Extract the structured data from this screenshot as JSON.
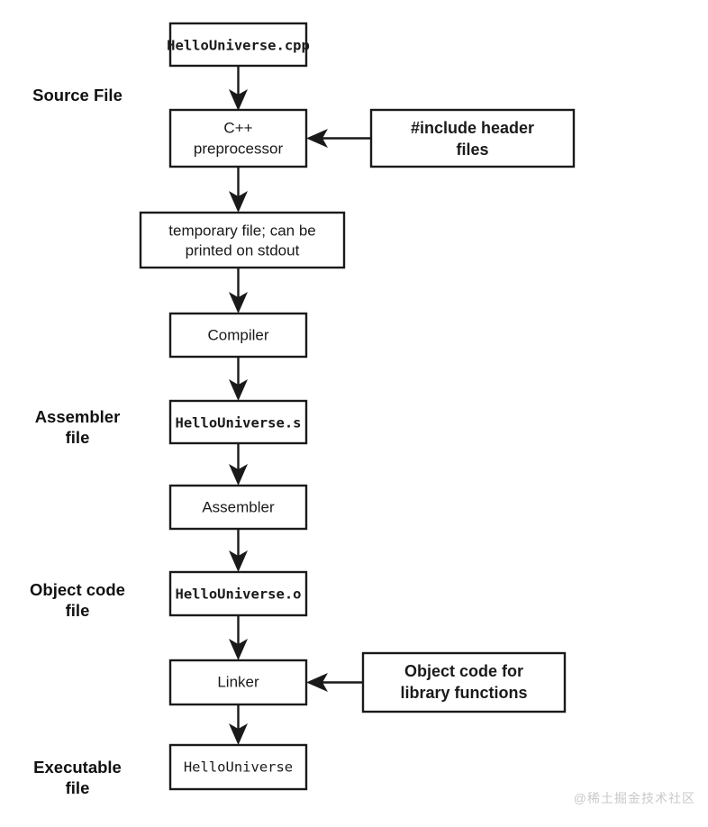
{
  "diagram": {
    "title": "C++ compilation pipeline",
    "colors": {
      "stroke": "#1a1a1a",
      "background": "#ffffff",
      "text": "#111111",
      "watermark": "#c9c9c9"
    },
    "stage_labels": [
      {
        "id": "source-file",
        "line1": "Source File",
        "line2": ""
      },
      {
        "id": "assembler-file",
        "line1": "Assembler",
        "line2": "file"
      },
      {
        "id": "object-code-file",
        "line1": "Object code",
        "line2": "file"
      },
      {
        "id": "executable-file",
        "line1": "Executable",
        "line2": "file"
      }
    ],
    "nodes": [
      {
        "id": "source-cpp",
        "line1": "HelloUniverse.cpp",
        "line2": "",
        "style": "mono"
      },
      {
        "id": "preprocessor",
        "line1": "C++",
        "line2": "preprocessor",
        "style": "plain"
      },
      {
        "id": "temp-file",
        "line1": "temporary file; can be",
        "line2": "printed on stdout",
        "style": "plain"
      },
      {
        "id": "compiler",
        "line1": "Compiler",
        "line2": "",
        "style": "plain"
      },
      {
        "id": "assembly-file",
        "line1": "HelloUniverse.s",
        "line2": "",
        "style": "mono"
      },
      {
        "id": "assembler",
        "line1": "Assembler",
        "line2": "",
        "style": "plain"
      },
      {
        "id": "object-file",
        "line1": "HelloUniverse.o",
        "line2": "",
        "style": "mono"
      },
      {
        "id": "linker",
        "line1": "Linker",
        "line2": "",
        "style": "plain"
      },
      {
        "id": "executable",
        "line1": "HelloUniverse",
        "line2": "",
        "style": "mono-light"
      }
    ],
    "side_inputs": [
      {
        "id": "include-headers",
        "line1": "#include header",
        "line2": "files",
        "target": "preprocessor"
      },
      {
        "id": "library-object-code",
        "line1": "Object code for",
        "line2": "library functions",
        "target": "linker"
      }
    ],
    "watermark": "@稀土掘金技术社区"
  }
}
